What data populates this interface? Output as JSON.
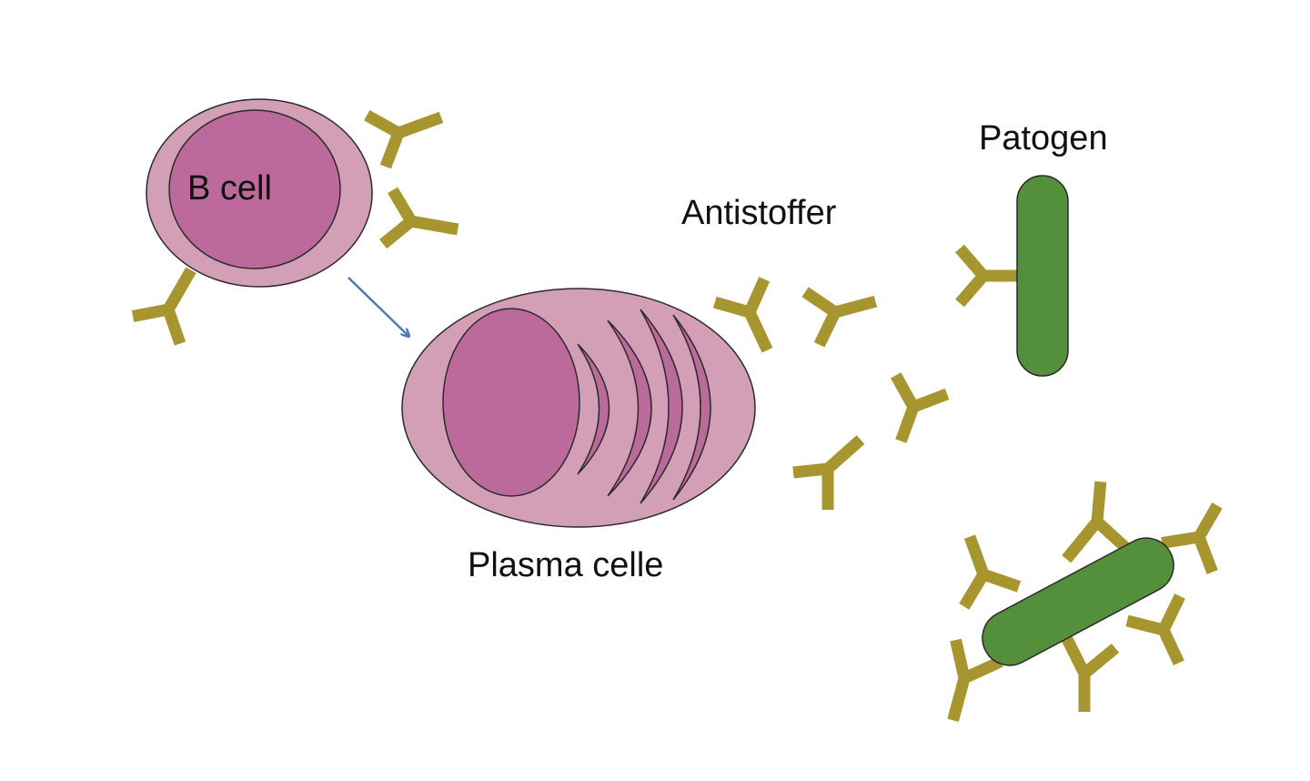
{
  "labels": {
    "b_cell": "B cell",
    "plasma_cell": "Plasma celle",
    "antibodies": "Antistoffer",
    "pathogen": "Patogen"
  },
  "colors": {
    "cell_outer": "#d39fb6",
    "cell_inner": "#bc6a9b",
    "outline": "#2a2a2a",
    "antibody": "#a7962f",
    "pathogen": "#548f3c",
    "arrow": "#4f79b5"
  }
}
